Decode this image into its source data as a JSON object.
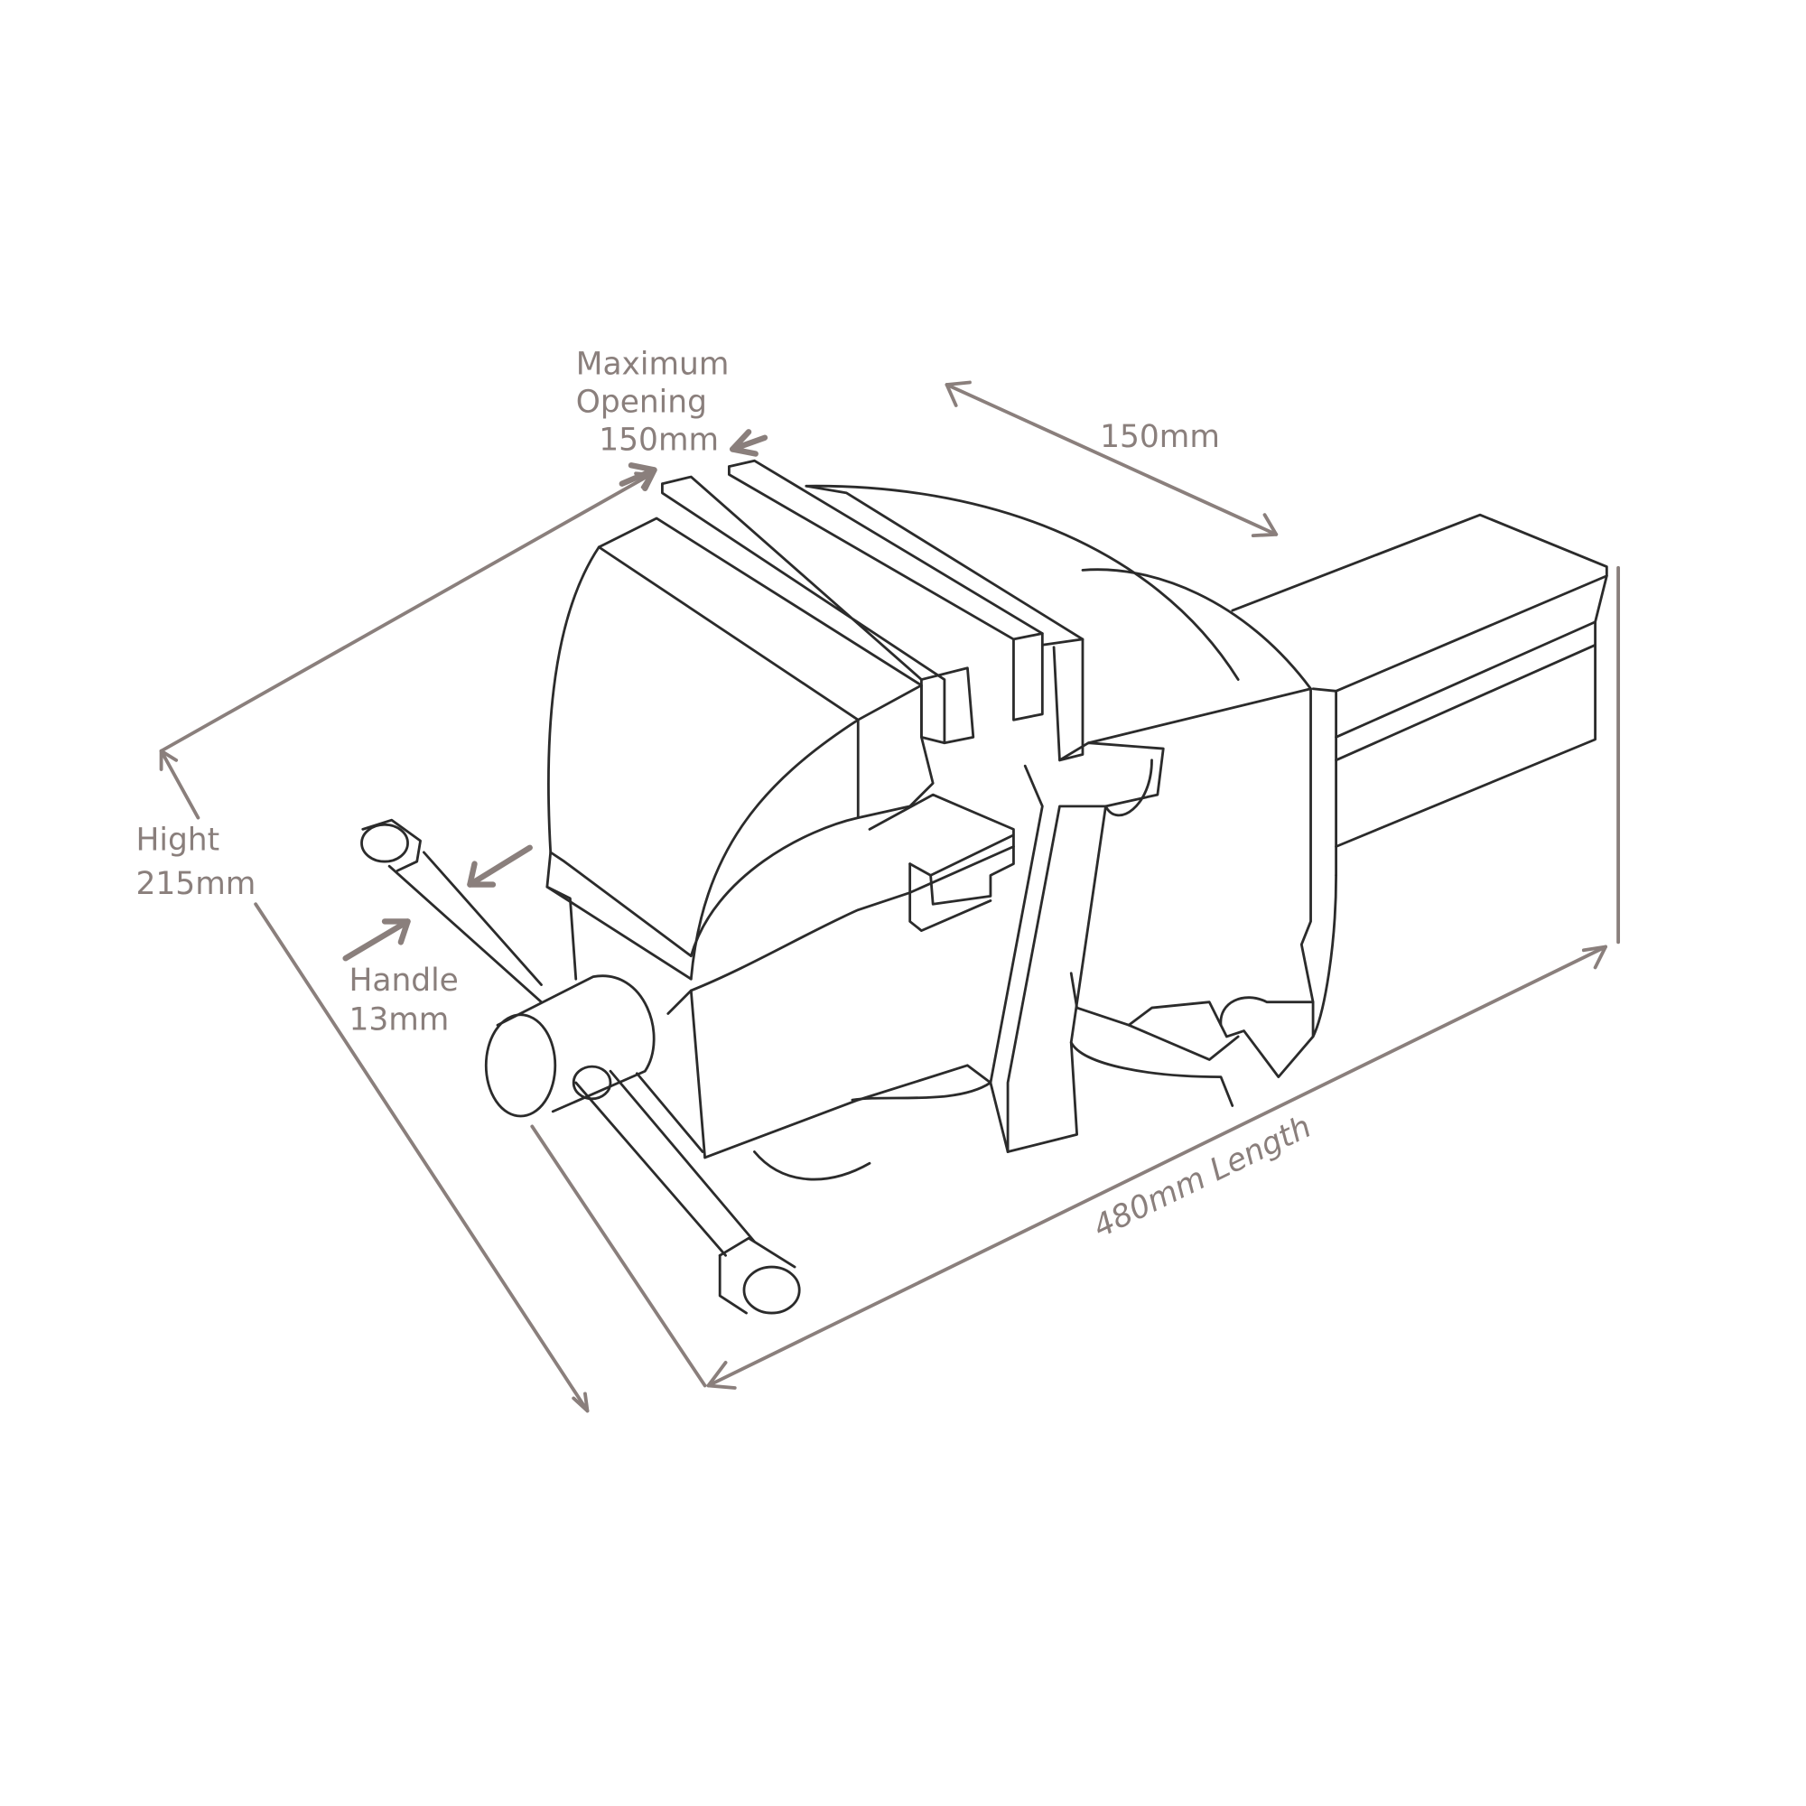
{
  "title": "Bench vise dimension diagram",
  "labels": {
    "max_opening_1": "Maximum",
    "max_opening_2": "Opening",
    "max_opening_3": "150mm",
    "jaw_width": "150mm",
    "height_1": "Hight",
    "height_2": "215mm",
    "handle_1": "Handle",
    "handle_2": "13mm",
    "length": "480mm Length"
  },
  "colors": {
    "annotation": "#8a7f7c",
    "outline": "#2b2b2b",
    "background": "#ffffff"
  }
}
